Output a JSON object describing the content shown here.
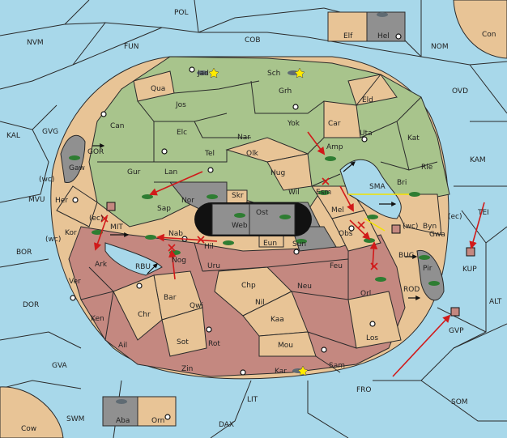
{
  "colors": {
    "sea": "#a8d8ea",
    "green": "#a8c48c",
    "tan": "#e8c496",
    "rose": "#c48880",
    "gray": "#909090",
    "border": "#2a2a2a",
    "unit": "#2e7d32",
    "arrow": "#d11a1a",
    "yellow": "#f2e200"
  },
  "labels": {
    "POL": "POL",
    "NVM": "NVM",
    "FUN": "FUN",
    "COB": "COB",
    "Elf": "Elf",
    "Hel": "Hel",
    "Con": "Con",
    "NOM": "NOM",
    "OVD": "OVD",
    "KAL": "KAL",
    "GVG": "GVG",
    "KAM": "KAM",
    "GOR": "GOR",
    "Gaw": "Gaw",
    "wc1": "(wc)",
    "MVU": "MVU",
    "Her": "Her",
    "ec1": "(ec)",
    "MIT": "MIT",
    "wc2": "(wc)",
    "Kor": "Kor",
    "BOR": "BOR",
    "Ark": "Ark",
    "RBU": "RBU",
    "Ver": "Ver",
    "DOR": "DOR",
    "Ken": "Ken",
    "Ail": "Ail",
    "GVA": "GVA",
    "Zin": "Zin",
    "LIT": "LIT",
    "FRO": "FRO",
    "SOM": "SOM",
    "SWM": "SWM",
    "Aba": "Aba",
    "Orn": "Orn",
    "DAX": "DAX",
    "Cow": "Cow",
    "Jad": "Jad",
    "Sch": "Sch",
    "Qua": "Qua",
    "Jos": "Jos",
    "Grh": "Grh",
    "Eld": "Eld",
    "Can": "Can",
    "Yok": "Yok",
    "Car": "Car",
    "Uta": "Uta",
    "Kat": "Kat",
    "Elc": "Elc",
    "Nar": "Nar",
    "Amp": "Amp",
    "Tel": "Tel",
    "Olk": "Olk",
    "Rie": "Rie",
    "Gur": "Gur",
    "Lan": "Lan",
    "Hug": "Hug",
    "Bri": "Bri",
    "Esm": "Esm",
    "SMA": "SMA",
    "Nor": "Nor",
    "Skr": "Skr",
    "Wil": "Wil",
    "Sap": "Sap",
    "Ost": "Ost",
    "Web": "Web",
    "Mel": "Mel",
    "ec2": "(ec)",
    "TEI": "TEI",
    "wc3": "(wc)",
    "Byn": "Byn",
    "Nab": "Nab",
    "Eun": "Eun",
    "Sun": "Sun",
    "Obs": "Obs",
    "Gwa": "Gwa",
    "Hil": "Hil",
    "BUC": "BUC",
    "KUP": "KUP",
    "Nog": "Nog",
    "Uru": "Uru",
    "Feu": "Feu",
    "Pir": "Pir",
    "Chp": "Chp",
    "Neu": "Neu",
    "Orl": "Orl",
    "Bar": "Bar",
    "ROD": "ROD",
    "Qwi": "Qwi",
    "Nil": "Nil",
    "ALT": "ALT",
    "Kaa": "Kaa",
    "GVP": "GVP",
    "Sot": "Sot",
    "Rot": "Rot",
    "Mou": "Mou",
    "Los": "Los",
    "Sam": "Sam",
    "Kar": "Kar",
    "Chr": "Chr"
  }
}
